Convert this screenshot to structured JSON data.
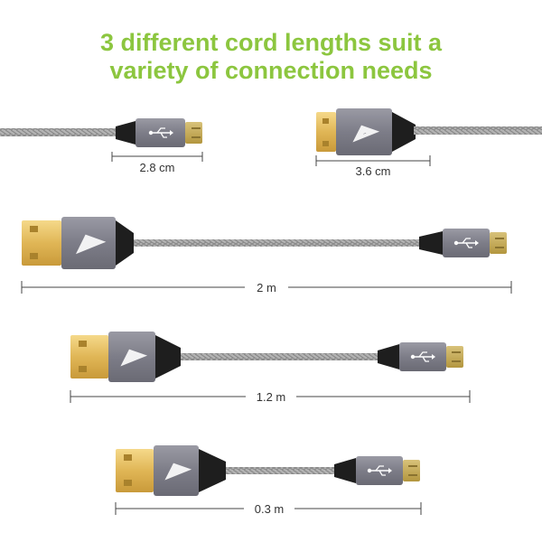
{
  "headline": {
    "line1": "3 different cord lengths suit a",
    "line2": "variety of connection needs",
    "color": "#8cc63f"
  },
  "connector_detail": {
    "micro_length_label": "2.8 cm",
    "usba_length_label": "3.6 cm"
  },
  "cables": [
    {
      "length_label": "2 m"
    },
    {
      "length_label": "1.2 m"
    },
    {
      "length_label": "0.3 m"
    }
  ],
  "icons": {
    "usb_symbol": "usb-symbol-icon",
    "brand_logo": "brand-logo-icon"
  }
}
